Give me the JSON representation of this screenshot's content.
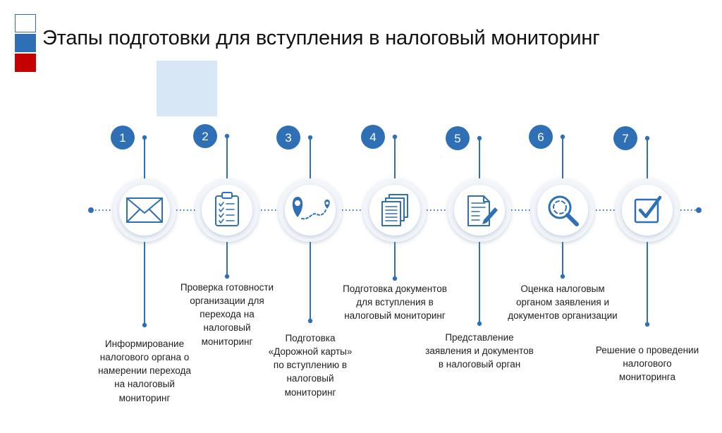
{
  "title": "Этапы подготовки для вступления в налоговый мониторинг",
  "colors": {
    "accent": "#2f6fb6",
    "flag_red": "#c40000",
    "circle_outer": "#eef2f8"
  },
  "steps": [
    {
      "num": "1",
      "icon": "envelope-icon",
      "text": "Информирование\nналогового органа о\nнамерении перехода\nна налоговый\nмониторинг"
    },
    {
      "num": "2",
      "icon": "checklist-icon",
      "text": "Проверка готовности\nорганизации для\nперехода на\nналоговый\nмониторинг"
    },
    {
      "num": "3",
      "icon": "route-map-icon",
      "text": "Подготовка\n«Дорожной карты»\nпо вступлению в\nналоговый\nмониторинг"
    },
    {
      "num": "4",
      "icon": "documents-icon",
      "text": "Подготовка документов\nдля вступления в\nналоговый мониторинг"
    },
    {
      "num": "5",
      "icon": "document-edit-icon",
      "text": "Представление\nзаявления и документов\nв налоговый орган"
    },
    {
      "num": "6",
      "icon": "magnifier-icon",
      "text": "Оценка налоговым\nорганом заявления и\nдокументов организации"
    },
    {
      "num": "7",
      "icon": "checkbox-icon",
      "text": "Решение о проведении\nналогового\nмониторинга"
    }
  ]
}
